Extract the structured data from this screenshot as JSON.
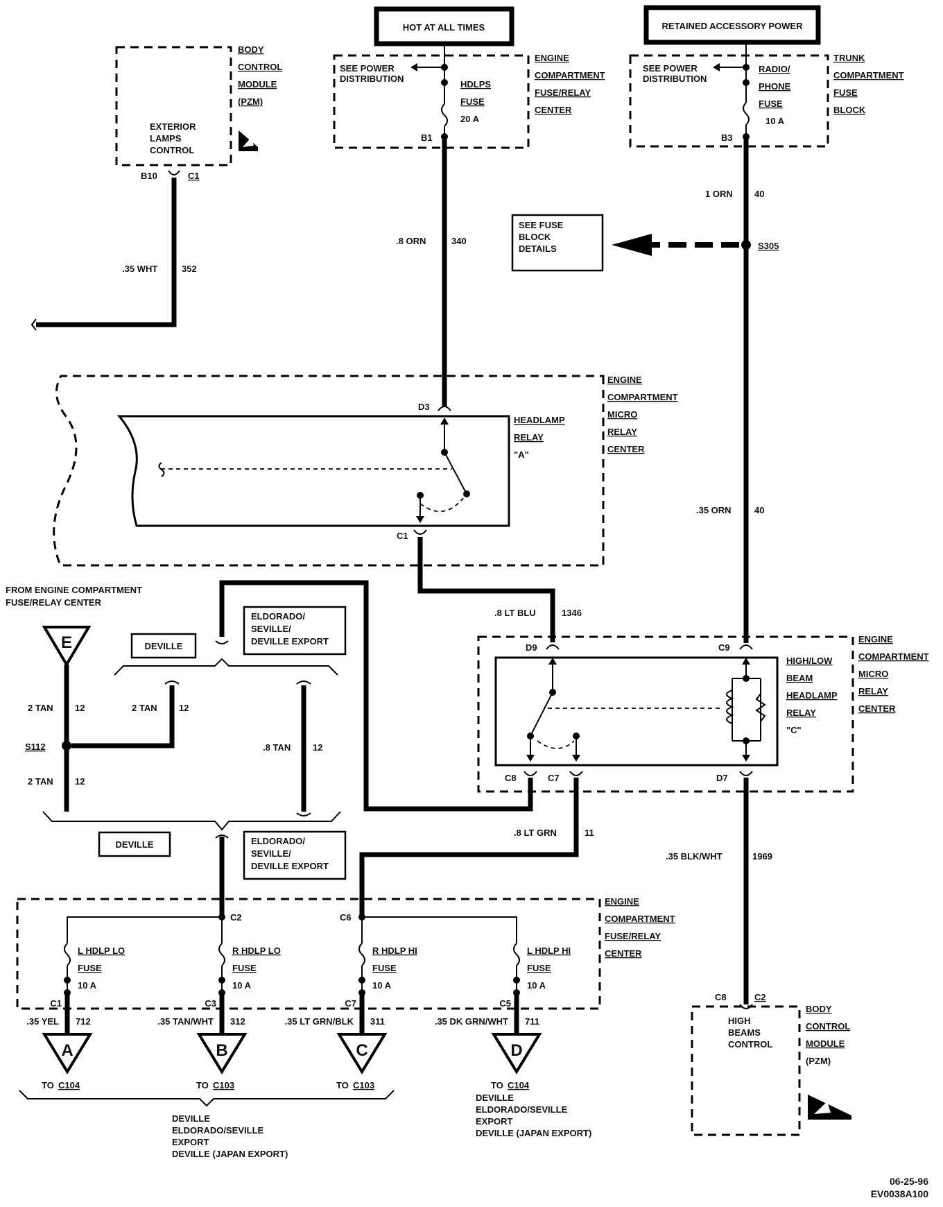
{
  "sources": {
    "hot": "HOT AT ALL TIMES",
    "retained": "RETAINED ACCESSORY POWER"
  },
  "bcm_top": {
    "lines": [
      "BODY",
      "CONTROL",
      "MODULE",
      "(PZM)"
    ],
    "inner": [
      "EXTERIOR",
      "LAMPS",
      "CONTROL"
    ],
    "pin": "B10",
    "conn": "C1",
    "wire": {
      "gauge": ".35 WHT",
      "circuit": "352"
    }
  },
  "ecfrc_top": {
    "lines": [
      "ENGINE",
      "COMPARTMENT",
      "FUSE/RELAY",
      "CENTER"
    ],
    "see": [
      "SEE POWER",
      "DISTRIBUTION"
    ],
    "fuse": [
      "HDLPS",
      "FUSE",
      "20 A"
    ],
    "pin": "B1",
    "wire": {
      "gauge": ".8 ORN",
      "circuit": "340"
    }
  },
  "trunk": {
    "lines": [
      "TRUNK",
      "COMPARTMENT",
      "FUSE",
      "BLOCK"
    ],
    "see": [
      "SEE POWER",
      "DISTRIBUTION"
    ],
    "fuse": [
      "RADIO/",
      "PHONE",
      "FUSE",
      "10 A"
    ],
    "pin": "B3",
    "wire1": {
      "gauge": "1 ORN",
      "circuit": "40"
    },
    "splice": "S305",
    "see_fuse": [
      "SEE FUSE",
      "BLOCK",
      "DETAILS"
    ],
    "wire2": {
      "gauge": ".35 ORN",
      "circuit": "40"
    }
  },
  "relay_a": {
    "center": [
      "ENGINE",
      "COMPARTMENT",
      "MICRO",
      "RELAY",
      "CENTER"
    ],
    "name": [
      "HEADLAMP",
      "RELAY",
      "\"A\""
    ],
    "pin_top": "D3",
    "pin_bot": "C1"
  },
  "wire_1346": {
    "gauge": ".8 LT BLU",
    "circuit": "1346"
  },
  "relay_c": {
    "center": [
      "ENGINE",
      "COMPARTMENT",
      "MICRO",
      "RELAY",
      "CENTER"
    ],
    "name": [
      "HIGH/LOW",
      "BEAM",
      "HEADLAMP",
      "RELAY",
      "\"C\""
    ],
    "pins": {
      "d9": "D9",
      "c9": "C9",
      "c8": "C8",
      "c7": "C7",
      "d7": "D7"
    }
  },
  "from_ec": [
    "FROM ENGINE COMPARTMENT",
    "FUSE/RELAY CENTER"
  ],
  "e_marker": "E",
  "splice_s112": "S112",
  "tan_wires": {
    "w1": {
      "gauge": "2 TAN",
      "circuit": "12"
    },
    "w2": {
      "gauge": "2 TAN",
      "circuit": "12"
    },
    "w3": {
      "gauge": ".8 TAN",
      "circuit": "12"
    },
    "w4": {
      "gauge": "2 TAN",
      "circuit": "12"
    }
  },
  "options": {
    "deville": "DEVILLE",
    "eldorado": [
      "ELDORADO/",
      "SEVILLE/",
      "DEVILLE EXPORT"
    ]
  },
  "wire_11": {
    "gauge": ".8 LT GRN",
    "circuit": "11"
  },
  "wire_1969": {
    "gauge": ".35 BLK/WHT",
    "circuit": "1969"
  },
  "fuse_center": {
    "lines": [
      "ENGINE",
      "COMPARTMENT",
      "FUSE/RELAY",
      "CENTER"
    ],
    "c2": "C2",
    "c6": "C6",
    "fuses": [
      {
        "name": "L HDLP LO",
        "fuse": "FUSE",
        "rating": "10 A",
        "pin": "C1",
        "gauge": ".35 YEL",
        "circuit": "712",
        "marker": "A",
        "to": "TO",
        "conn": "C104"
      },
      {
        "name": "R HDLP LO",
        "fuse": "FUSE",
        "rating": "10 A",
        "pin": "C3",
        "gauge": ".35 TAN/WHT",
        "circuit": "312",
        "marker": "B",
        "to": "TO",
        "conn": "C103"
      },
      {
        "name": "R HDLP HI",
        "fuse": "FUSE",
        "rating": "10 A",
        "pin": "C7",
        "gauge": ".35 LT GRN/BLK",
        "circuit": "311",
        "marker": "C",
        "to": "TO",
        "conn": "C103"
      },
      {
        "name": "L HDLP HI",
        "fuse": "FUSE",
        "rating": "10 A",
        "pin": "C5",
        "gauge": ".35 DK GRN/WHT",
        "circuit": "711",
        "marker": "D",
        "to": "TO",
        "conn": "C104"
      }
    ]
  },
  "notes_abc": [
    "DEVILLE",
    "ELDORADO/SEVILLE",
    "EXPORT",
    "DEVILLE (JAPAN EXPORT)"
  ],
  "notes_d": [
    "DEVILLE",
    "ELDORADO/SEVILLE",
    "EXPORT",
    "DEVILLE (JAPAN EXPORT)"
  ],
  "bcm_bottom": {
    "lines": [
      "BODY",
      "CONTROL",
      "MODULE",
      "(PZM)"
    ],
    "inner": [
      "HIGH",
      "BEAMS",
      "CONTROL"
    ],
    "pin": "C8",
    "conn": "C2"
  },
  "footer": {
    "date": "06-25-96",
    "code": "EV0038A100"
  }
}
